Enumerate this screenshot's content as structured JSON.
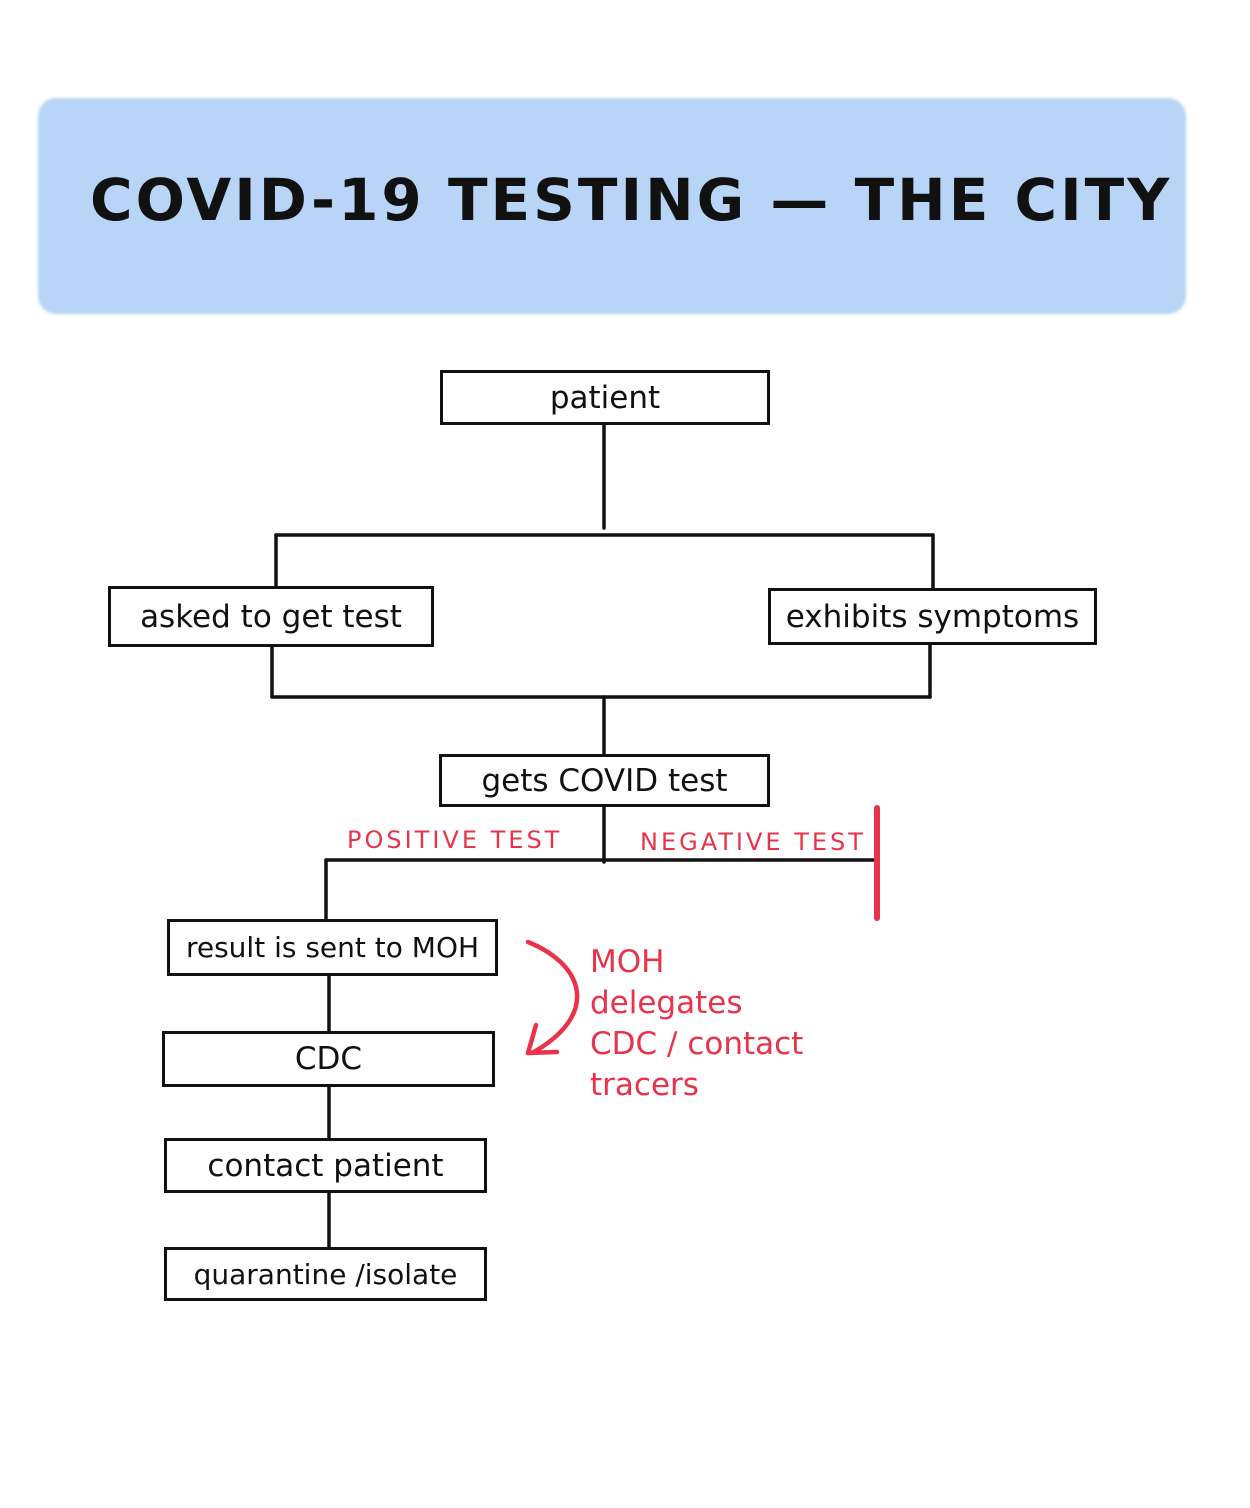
{
  "title": "COVID-19 TESTING — THE CITY",
  "nodes": {
    "patient": "patient",
    "asked": "asked to get test",
    "symptoms": "exhibits symptoms",
    "gets_test": "gets COVID test",
    "result_moh": "result is sent to MOH",
    "cdc": "CDC",
    "contact": "contact patient",
    "quarantine": "quarantine /isolate"
  },
  "branches": {
    "positive": "POSITIVE TEST",
    "negative": "NEGATIVE TEST"
  },
  "annotation": {
    "lines": [
      "MOH",
      "delegates",
      "CDC / contact",
      "tracers"
    ]
  },
  "colors": {
    "banner": "#b8d5f7",
    "ink": "#111111",
    "accent": "#e8334a"
  }
}
